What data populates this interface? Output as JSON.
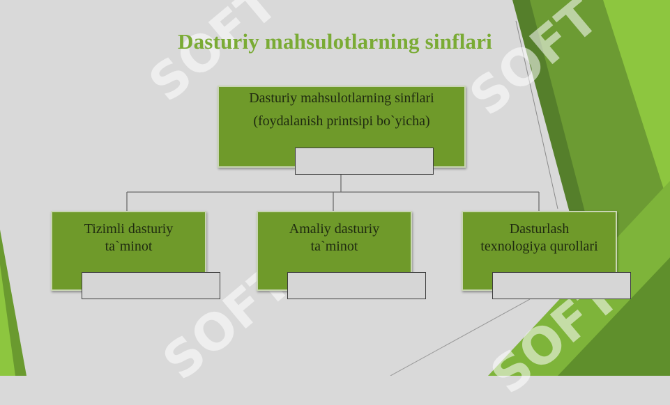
{
  "slide": {
    "title": "Dasturiy mahsulotlarning sinflari",
    "colors": {
      "background": "#d9d9d9",
      "title": "#7aab35",
      "box_fill": "#6f9a2a",
      "box_border": "#c9d5b4",
      "accent_light": "#8dc63f",
      "accent_dark": "#4f7d2a"
    }
  },
  "diagram": {
    "root": {
      "line1": "Dasturiy mahsulotlarning sinflari",
      "line2": "(foydalanish printsipi bo`yicha)"
    },
    "children": [
      {
        "line1": "Tizimli dasturiy",
        "line2": "ta`minot"
      },
      {
        "line1": "Amaliy dasturiy",
        "line2": "ta`minot"
      },
      {
        "line1": "Dasturlash",
        "line2": "texnologiya qurollari"
      }
    ]
  },
  "watermark": {
    "text": "SOFT"
  }
}
